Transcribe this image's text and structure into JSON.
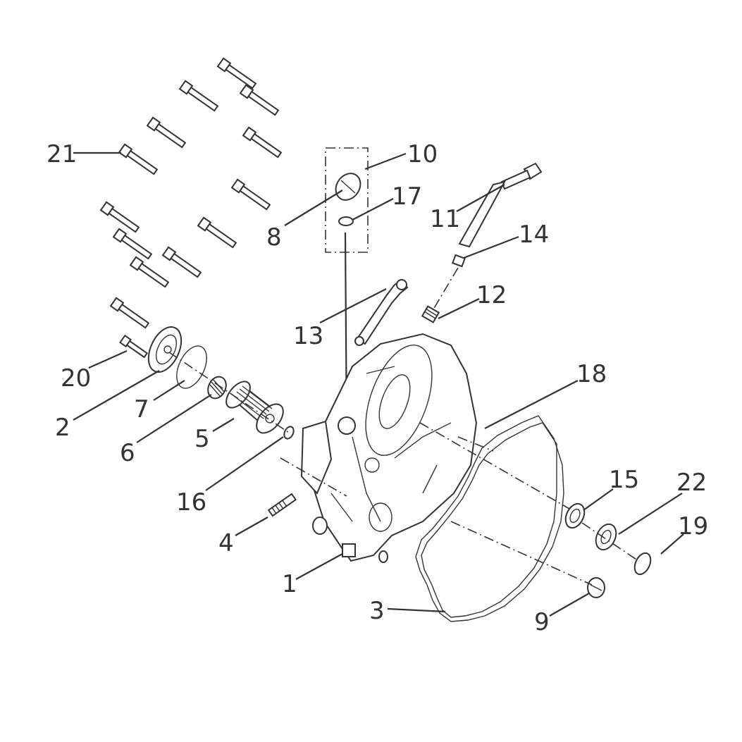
{
  "diagram": {
    "labels": [
      "1",
      "2",
      "3",
      "4",
      "5",
      "6",
      "7",
      "8",
      "9",
      "10",
      "11",
      "12",
      "13",
      "14",
      "15",
      "16",
      "17",
      "18",
      "19",
      "20",
      "21",
      "22"
    ]
  }
}
